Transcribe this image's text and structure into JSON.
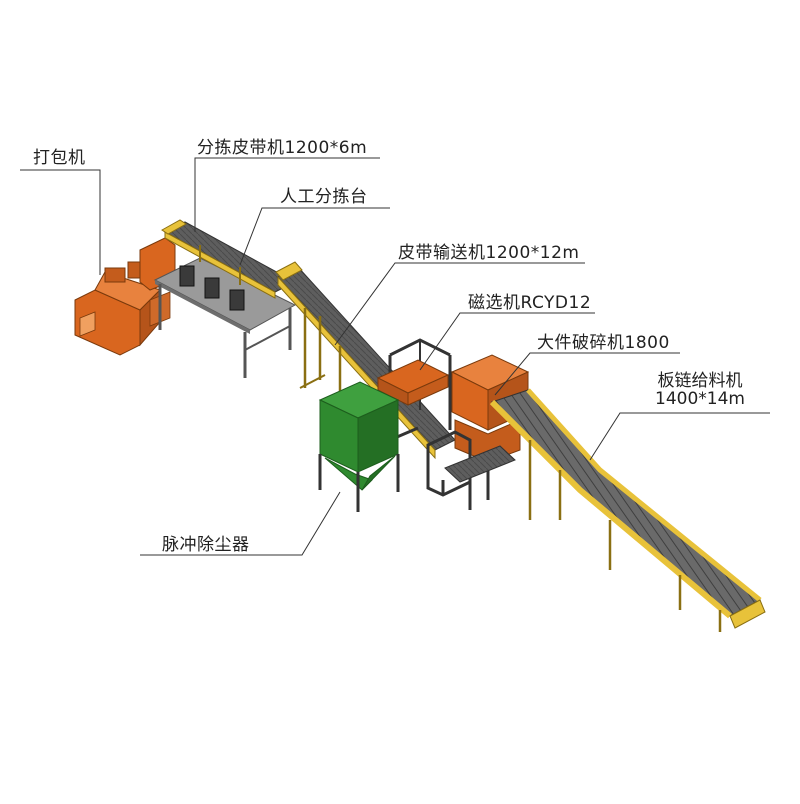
{
  "labels": {
    "baler": "打包机",
    "sorting_belt": "分拣皮带机1200*6m",
    "manual_sorting_table": "人工分拣台",
    "belt_conveyor": "皮带输送机1200*12m",
    "magnetic_separator": "磁选机RCYD12",
    "large_shredder": "大件破碎机1800",
    "plate_feeder": "板链给料机",
    "plate_feeder_spec": "1400*14m",
    "dust_collector": "脉冲除尘器"
  },
  "colors": {
    "orange": "#d9661f",
    "orange_dark": "#a84a12",
    "green": "#2f8a2f",
    "green_dark": "#1d5e1d",
    "yellow": "#e8c23a",
    "belt": "#6d6d6d",
    "belt_dark": "#4a4a4a",
    "leader": "#333333"
  }
}
